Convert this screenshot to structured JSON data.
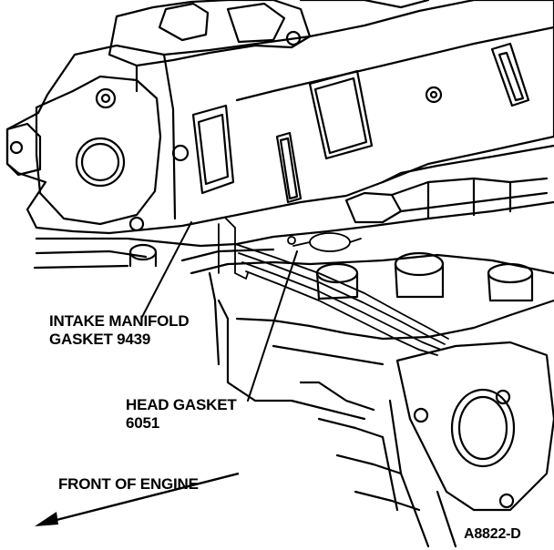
{
  "labels": {
    "intake_manifold_gasket": {
      "line1": "INTAKE MANIFOLD",
      "line2": "GASKET 9439"
    },
    "head_gasket": {
      "line1": "HEAD GASKET",
      "line2": "6051"
    },
    "front_of_engine": "FRONT OF ENGINE",
    "figure_id": "A8822-D"
  },
  "colors": {
    "ink": "#000000",
    "paper": "#ffffff"
  },
  "icons": {
    "direction_arrow": "front-arrow-icon"
  }
}
